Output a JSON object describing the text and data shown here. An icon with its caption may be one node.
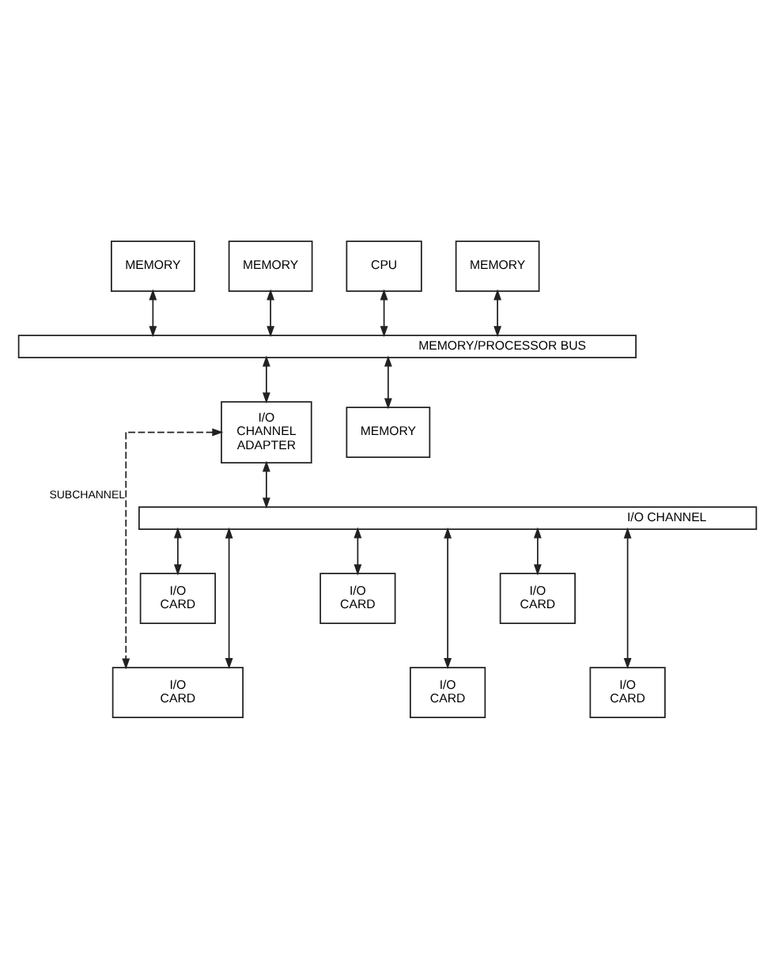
{
  "diagram": {
    "nodes": [
      {
        "text": [
          "MEMORY"
        ]
      },
      {
        "text": [
          "MEMORY"
        ]
      },
      {
        "text": [
          "CPU"
        ]
      },
      {
        "text": [
          "MEMORY"
        ]
      },
      {
        "text": [
          "MEMORY/PROCESSOR BUS"
        ]
      },
      {
        "text": [
          "MEMORY"
        ]
      },
      {
        "text": [
          "I/O CHANNEL ADAPTER"
        ]
      },
      {
        "text": [
          "I/O CHANNEL"
        ]
      },
      {
        "text": [
          "I/O CARD"
        ]
      },
      {
        "text": [
          "I/O CARD"
        ]
      },
      {
        "text": [
          "I/O CARD"
        ]
      },
      {
        "text": [
          "I/O CARD"
        ]
      },
      {
        "text": [
          "I/O CARD"
        ]
      },
      {
        "text": [
          "I/O CARD"
        ]
      }
    ],
    "edges": [
      {
        "from": 0,
        "to": 4,
        "arrow": "both"
      },
      {
        "from": 1,
        "to": 4,
        "arrow": "both"
      },
      {
        "from": 2,
        "to": 4,
        "arrow": "both"
      },
      {
        "from": 3,
        "to": 4,
        "arrow": "both"
      },
      {
        "from": 4,
        "to": 6,
        "arrow": "both"
      },
      {
        "from": 4,
        "to": 5,
        "arrow": "both"
      },
      {
        "from": 6,
        "to": 11,
        "arrow": "both",
        "label": "SUBCHANNEL",
        "style": "dashed"
      },
      {
        "from": 6,
        "to": 7,
        "arrow": "both"
      },
      {
        "from": 7,
        "to": 8,
        "arrow": "both"
      },
      {
        "from": 7,
        "to": 11,
        "arrow": "both"
      },
      {
        "from": 7,
        "to": 9,
        "arrow": "both"
      },
      {
        "from": 7,
        "to": 12,
        "arrow": "both"
      },
      {
        "from": 7,
        "to": 10,
        "arrow": "both"
      },
      {
        "from": 7,
        "to": 13,
        "arrow": "both"
      }
    ]
  }
}
